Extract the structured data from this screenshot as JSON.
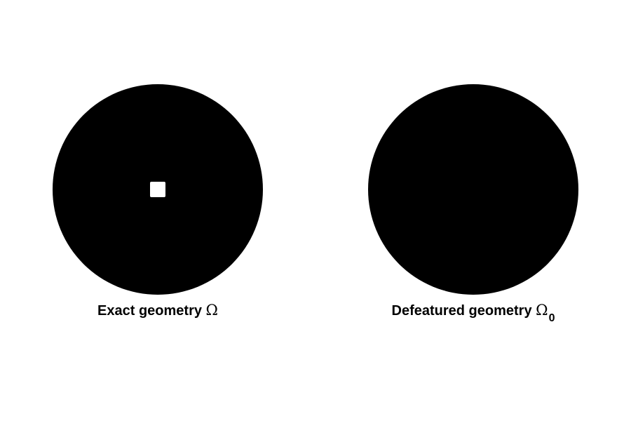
{
  "colors": {
    "background": "#ffffff",
    "domain": "#000000",
    "feature": "#ffffff"
  },
  "left": {
    "caption_text": "Exact geometry",
    "caption_symbol": "Ω"
  },
  "right": {
    "caption_text": "Defeatured geometry",
    "caption_symbol": "Ω",
    "caption_subscript": "0"
  }
}
